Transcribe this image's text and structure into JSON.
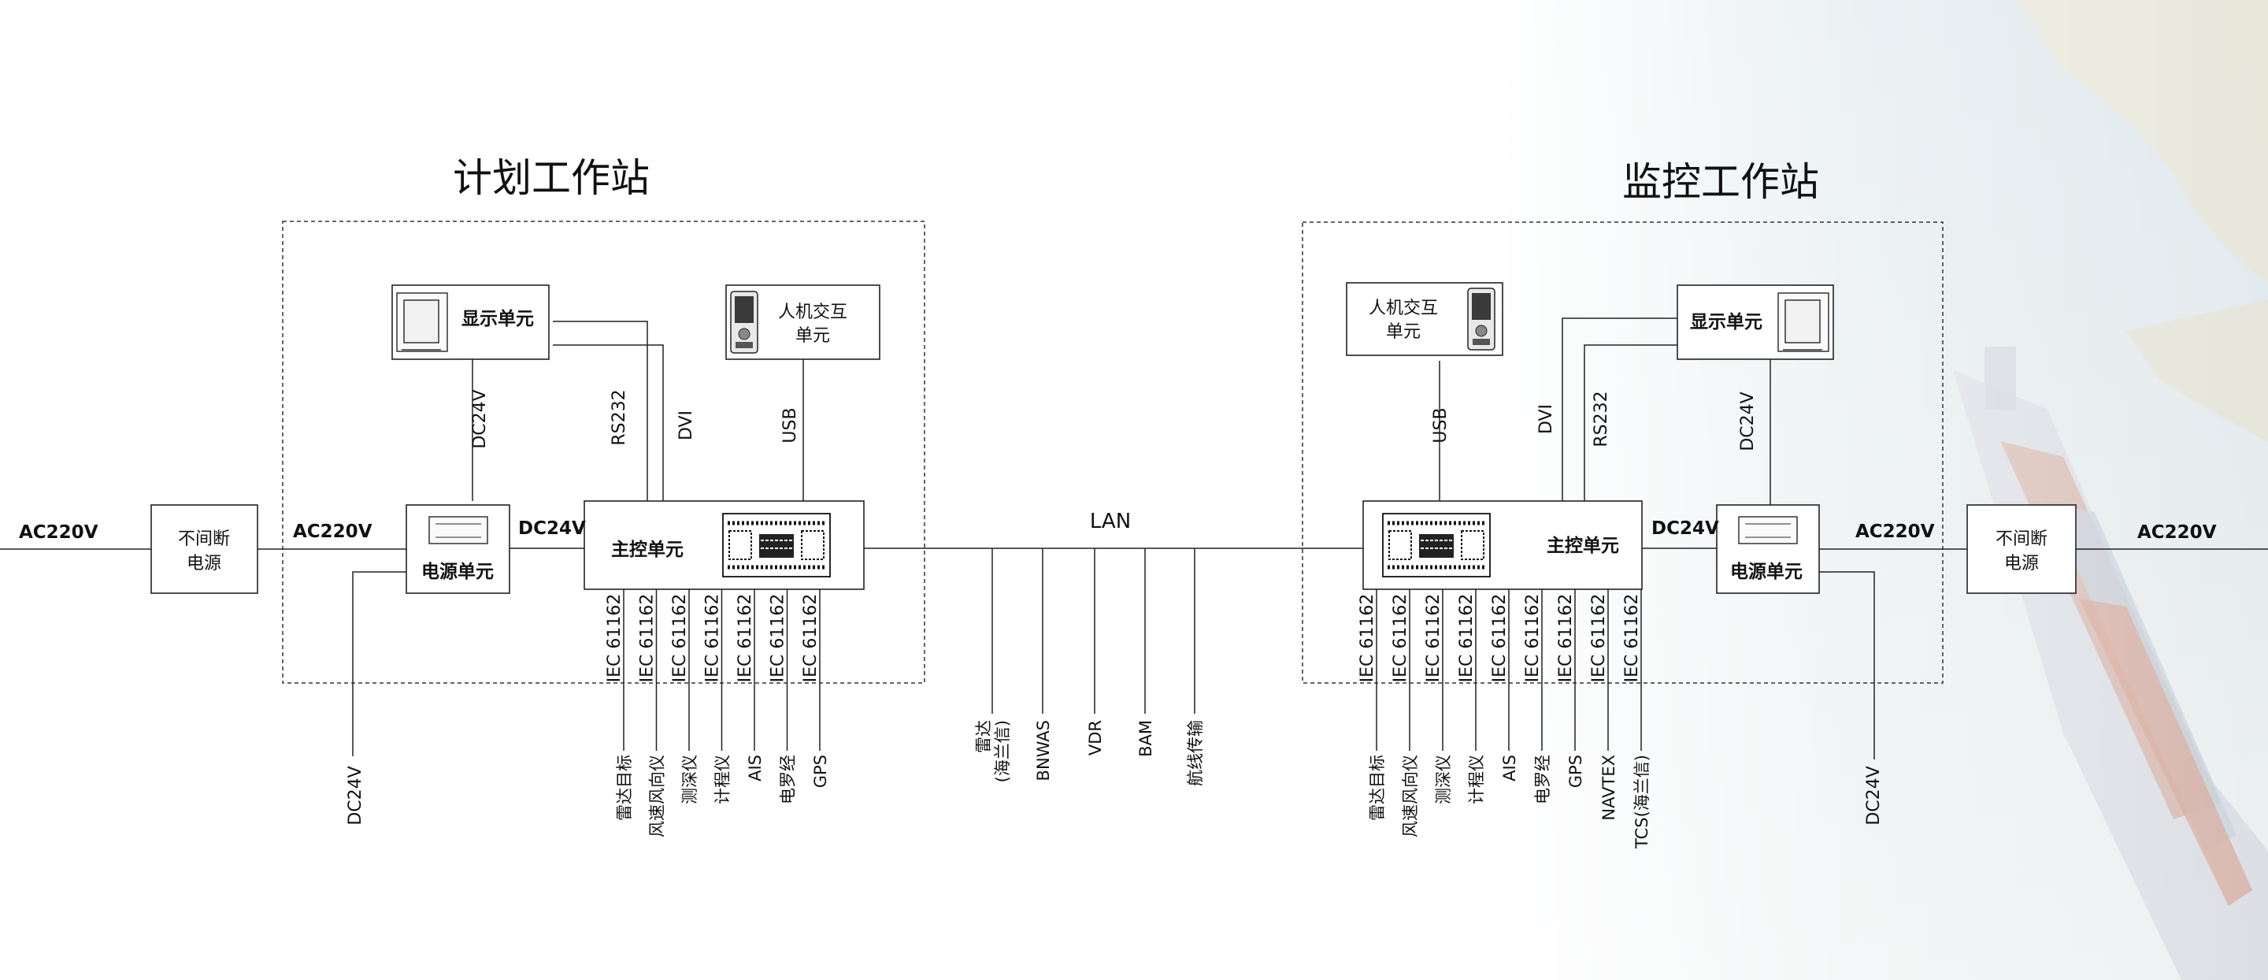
{
  "titles": {
    "planning": "计划工作站",
    "monitoring": "监控工作站"
  },
  "labels": {
    "ac220v": "AC220V",
    "dc24v": "DC24V",
    "ups": [
      "不间断",
      "电源"
    ],
    "power_unit": "电源单元",
    "main_unit": "主控单元",
    "display_unit": "显示单元",
    "hmi_unit": [
      "人机交互",
      "单元"
    ],
    "rs232": "RS232",
    "dvi": "DVI",
    "usb": "USB",
    "lan": "LAN",
    "iec": "IEC 61162"
  },
  "planning_devices": [
    "雷达目标",
    "风速风向仪",
    "测深仪",
    "计程仪",
    "AIS",
    "电罗经",
    "GPS"
  ],
  "lan_devices": [
    [
      "雷达",
      "(海兰信)"
    ],
    [
      "BNWAS"
    ],
    [
      "VDR"
    ],
    [
      "BAM"
    ],
    [
      "航线传输"
    ]
  ],
  "monitoring_devices": [
    "雷达目标",
    "风速风向仪",
    "测深仪",
    "计程仪",
    "AIS",
    "电罗经",
    "GPS",
    "NAVTEX",
    "TCS(海兰信)"
  ]
}
